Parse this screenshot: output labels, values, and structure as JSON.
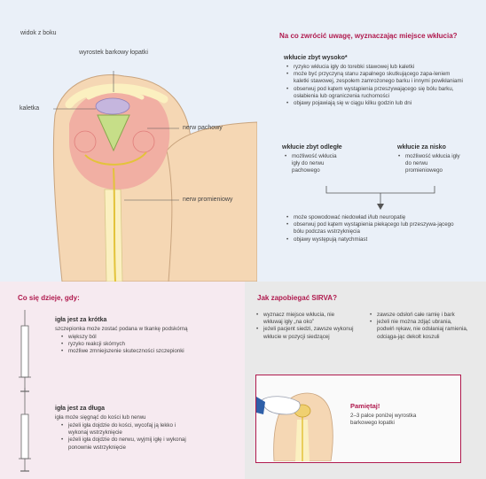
{
  "diagram": {
    "view_label": "widok z boku",
    "labels": {
      "acromion": "wyrostek barkowy łopatki",
      "bursa": "kaletka",
      "axillary_nerve": "nerw pachowy",
      "radial_nerve": "nerw promieniowy"
    }
  },
  "attention": {
    "heading": "Na co zwrócić uwagę, wyznaczając miejsce wkłucia?",
    "too_high": {
      "title": "wkłucie zbyt wysoko*",
      "items": [
        "ryzyko wkłucia igły do torebki stawowej lub kaletki",
        "może być przyczyną stanu zapalnego skutkującego zapa-leniem kaletki stawowej, zespołem zamrożonego barku i innymi powikłaniami",
        "obserwuj pod kątem wystąpienia przeszywającego się bólu barku, osłabienia lub ograniczenia ruchomości",
        "objawy pojawiają się w ciągu kilku godzin lub dni"
      ]
    },
    "too_far": {
      "title": "wkłucie zbyt odległe",
      "items": [
        "możliwość wkłucia igły do nerwu pachowego"
      ]
    },
    "too_low": {
      "title": "wkłucie za nisko",
      "items": [
        "możliwość wkłucia igły do nerwu promieniowego"
      ]
    },
    "outcome": {
      "items": [
        "może spowodować niedowład i/lub neuropatię",
        "obserwuj pod kątem wystąpienia piekącego lub przeszywa-jącego bólu podczas wstrzyknięcia",
        "objawy występują natychmiast"
      ]
    }
  },
  "what_happens": {
    "heading": "Co się dzieje, gdy:",
    "short": {
      "title": "igła jest za krótka",
      "intro": "szczepionka może zostać podana w tkankę podskórną",
      "items": [
        "większy ból",
        "ryzyko reakcji skórnych",
        "możliwe zmniejszenie skuteczności szczepionki"
      ]
    },
    "long": {
      "title": "igła jest za długa",
      "intro": "igła może sięgnąć do kości lub nerwu",
      "items": [
        "jeżeli igła dojdzie do kości, wycofaj ją lekko i wykonaj wstrzyknięcie",
        "jeżeli igła dojdzie do nerwu, wyjmij igłę i wykonaj ponownie wstrzyknięcie"
      ]
    }
  },
  "prevent": {
    "heading": "Jak zapobiegać SIRVA?",
    "left_items": [
      "wyznacz miejsce wkłucia, nie wkłuwaj igły „na oko”",
      "jeżeli pacjent siedzi, zawsze wykonuj wkłucie w pozycji siedzącej"
    ],
    "right_items": [
      "zawsze odsłoń całe ramię i bark",
      "jeżeli nie można zdjąć ubrania, podwiń rękaw, nie odsłaniaj ramienia, odciąga-jąc dekolt koszuli"
    ]
  },
  "remember": {
    "title": "Pamiętaj!",
    "text": "2–3 palce poniżej wyrostka barkowego łopatki"
  },
  "colors": {
    "accent": "#b01a4e",
    "top_bg": "#eaf0f8",
    "left_bg": "#f6eaf0",
    "right_bg": "#e9e9e9",
    "skin": "#f5d7b4",
    "bone": "#fbf0c0"
  }
}
